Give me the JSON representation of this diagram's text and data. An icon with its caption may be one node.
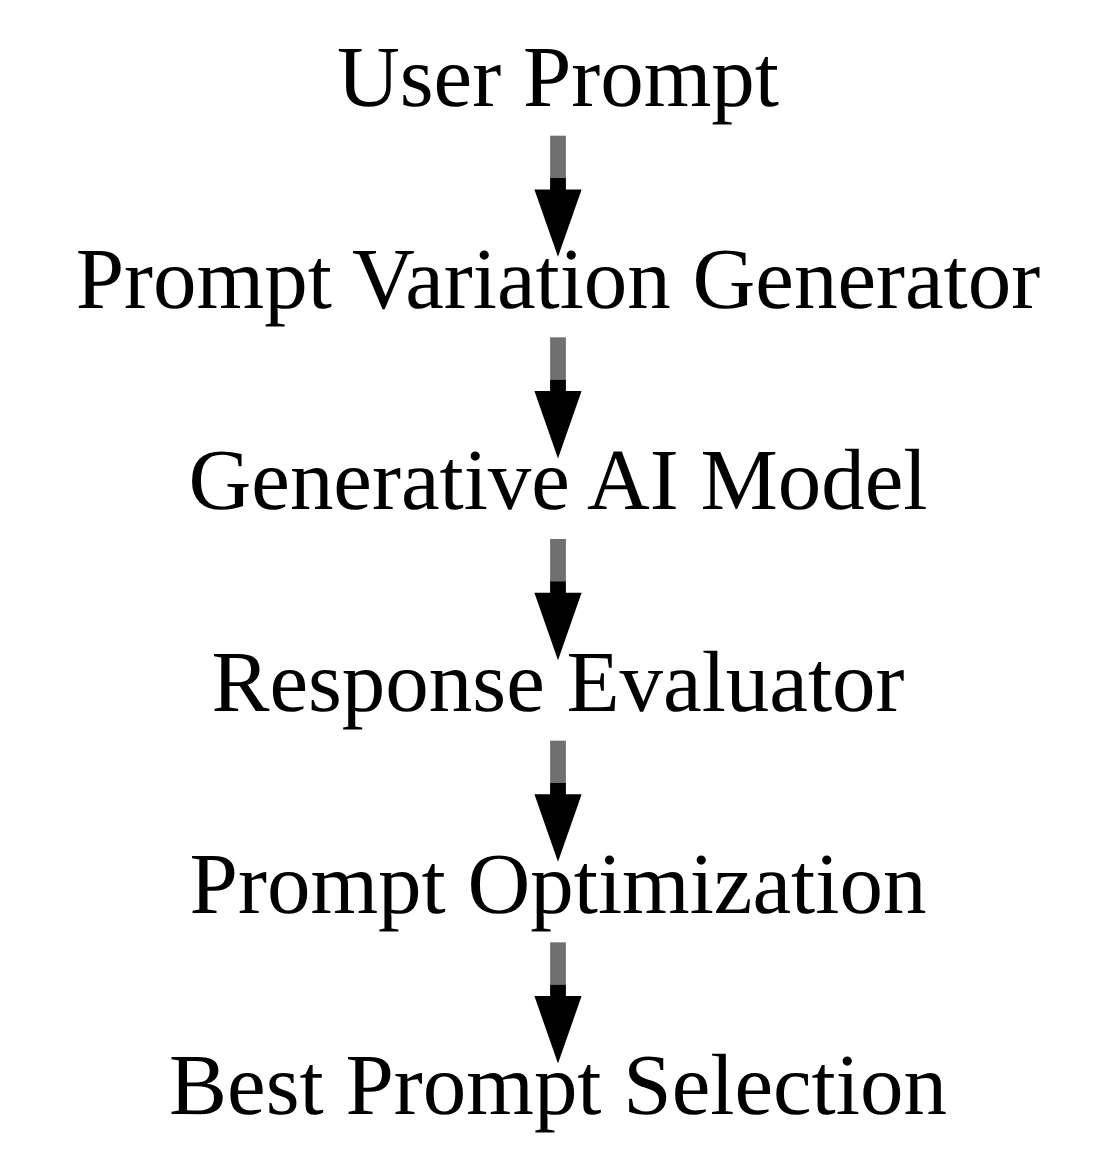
{
  "diagram": {
    "nodes": [
      {
        "text": [
          "User Prompt"
        ]
      },
      {
        "text": [
          "Prompt Variation Generator"
        ]
      },
      {
        "text": [
          "Generative AI Model"
        ]
      },
      {
        "text": [
          "Response Evaluator"
        ]
      },
      {
        "text": [
          "Prompt Optimization"
        ]
      },
      {
        "text": [
          "Best Prompt Selection"
        ]
      }
    ],
    "edges": [
      {
        "from": 0,
        "to": 1,
        "arrow": "to"
      },
      {
        "from": 1,
        "to": 2,
        "arrow": "to"
      },
      {
        "from": 2,
        "to": 3,
        "arrow": "to"
      },
      {
        "from": 3,
        "to": 4,
        "arrow": "to"
      },
      {
        "from": 4,
        "to": 5,
        "arrow": "to"
      }
    ]
  }
}
